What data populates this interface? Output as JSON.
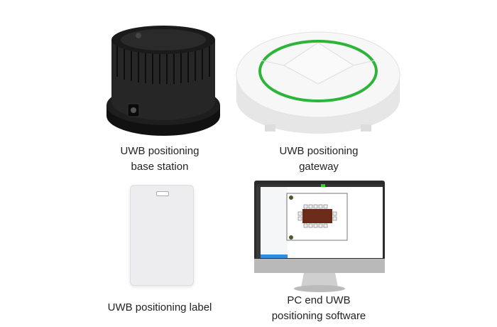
{
  "products": [
    {
      "caption_line1": "UWB positioning",
      "caption_line2": "base station"
    },
    {
      "caption_line1": "UWB positioning",
      "caption_line2": "gateway"
    },
    {
      "caption_line1": "UWB positioning label"
    },
    {
      "caption_line1": "PC end UWB",
      "caption_line2": "positioning software"
    }
  ],
  "colors": {
    "gateway_ring": "#2db53a",
    "base_station": "#1c1c1c",
    "screen_accent": "#2f8de4",
    "table": "#6b2a1a"
  }
}
